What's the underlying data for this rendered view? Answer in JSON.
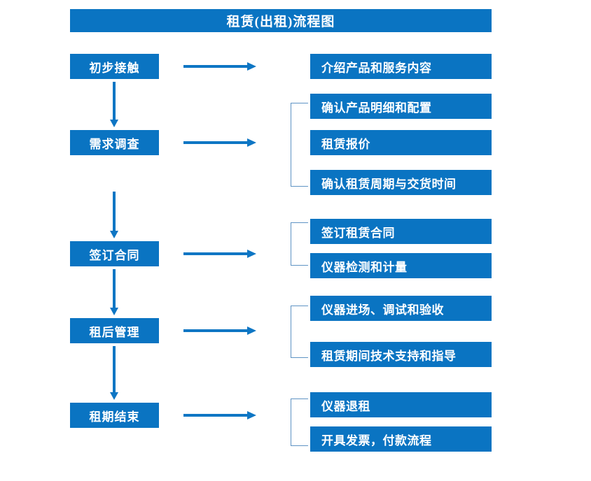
{
  "title": {
    "text": "租赁(出租)流程图"
  },
  "colors": {
    "box_fill": "#0A74C2",
    "arrow": "#0E76C4",
    "bracket": "#5E93C4",
    "box_text": "#FFFFFF",
    "background": "#FFFFFF"
  },
  "stages": [
    {
      "label": "初步接触"
    },
    {
      "label": "需求调查"
    },
    {
      "label": "签订合同"
    },
    {
      "label": "租后管理"
    },
    {
      "label": "租期结束"
    }
  ],
  "details": [
    {
      "label": "介绍产品和服务内容"
    },
    {
      "label": "确认产品明细和配置"
    },
    {
      "label": "租赁报价"
    },
    {
      "label": "确认租赁周期与交货时间"
    },
    {
      "label": "签订租赁合同"
    },
    {
      "label": "仪器检测和计量"
    },
    {
      "label": "仪器进场、调试和验收"
    },
    {
      "label": "租赁期间技术支持和指导"
    },
    {
      "label": "仪器退租"
    },
    {
      "label": "开具发票，付款流程"
    }
  ]
}
